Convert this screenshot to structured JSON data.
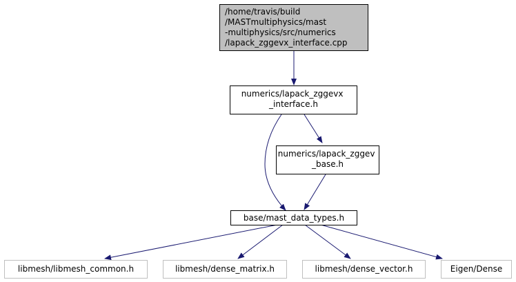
{
  "colors": {
    "root_fill": "#bfbfbf",
    "node_fill": "#ffffff",
    "node_stroke": "#000000",
    "external_stroke": "#bfbfbf",
    "edge": "#191970"
  },
  "nodes": {
    "root": {
      "lines": [
        "/home/travis/build",
        "/MASTmultiphysics/mast",
        "-multiphysics/src/numerics",
        "/lapack_zggevx_interface.cpp"
      ]
    },
    "zggevx_interface_h": {
      "lines": [
        "numerics/lapack_zggevx",
        "_interface.h"
      ]
    },
    "zggev_base_h": {
      "lines": [
        "numerics/lapack_zggev",
        "_base.h"
      ]
    },
    "mast_data_types_h": {
      "lines": [
        "base/mast_data_types.h"
      ]
    },
    "libmesh_common_h": {
      "lines": [
        "libmesh/libmesh_common.h"
      ]
    },
    "dense_matrix_h": {
      "lines": [
        "libmesh/dense_matrix.h"
      ]
    },
    "dense_vector_h": {
      "lines": [
        "libmesh/dense_vector.h"
      ]
    },
    "eigen_dense": {
      "lines": [
        "Eigen/Dense"
      ]
    }
  }
}
